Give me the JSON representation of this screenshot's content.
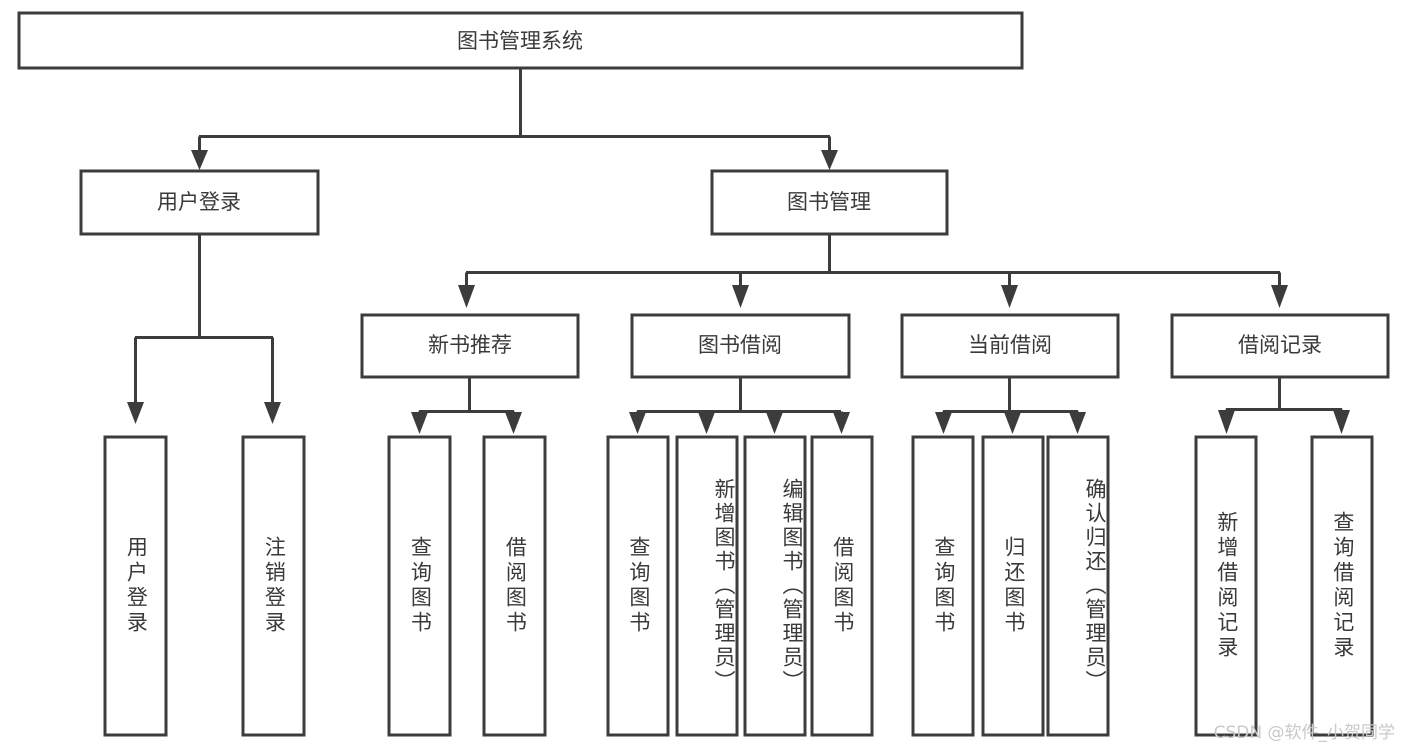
{
  "diagram": {
    "title": "图书管理系统",
    "type": "tree-hierarchy",
    "colors": {
      "background": "#ffffff",
      "stroke": "#3c3c3c",
      "node_fill": "#ffffff",
      "text": "#3a3a3a",
      "watermark": "#c9c9c9"
    },
    "root": {
      "label": "图书管理系统"
    },
    "level2": [
      {
        "label": "用户登录"
      },
      {
        "label": "图书管理"
      }
    ],
    "level3": [
      {
        "label": "新书推荐"
      },
      {
        "label": "图书借阅"
      },
      {
        "label": "当前借阅"
      },
      {
        "label": "借阅记录"
      }
    ],
    "leaves": {
      "user_login": [
        {
          "label": "用户登录"
        },
        {
          "label": "注销登录"
        }
      ],
      "new_book_recommend": [
        {
          "label": "查询图书"
        },
        {
          "label": "借阅图书"
        }
      ],
      "book_borrow": [
        {
          "label": "查询图书"
        },
        {
          "label": "新增图书（管理员）"
        },
        {
          "label": "编辑图书（管理员）"
        },
        {
          "label": "借阅图书"
        }
      ],
      "current_borrow": [
        {
          "label": "查询图书"
        },
        {
          "label": "归还图书"
        },
        {
          "label": "确认归还（管理员）"
        }
      ],
      "borrow_record": [
        {
          "label": "新增借阅记录"
        },
        {
          "label": "查询借阅记录"
        }
      ]
    }
  },
  "watermark": {
    "text": "CSDN @软件_小贺同学"
  }
}
